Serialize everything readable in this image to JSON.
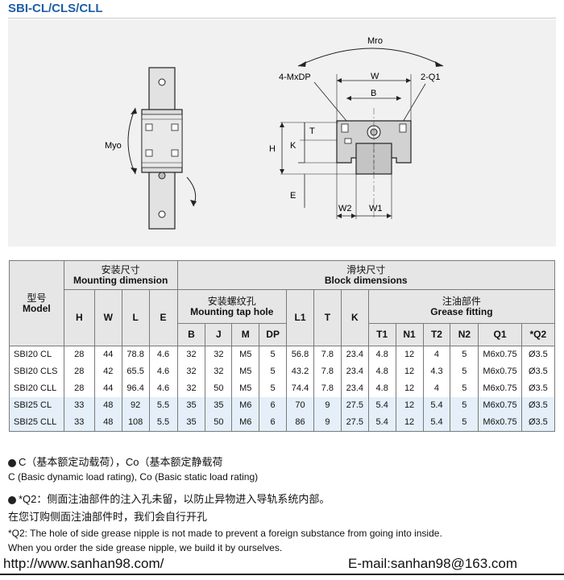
{
  "title": "SBI-CL/CLS/CLL",
  "drawing": {
    "labels": {
      "myo": "Myo",
      "mro": "Mro",
      "mxdp": "4-MxDP",
      "w": "W",
      "q1": "2-Q1",
      "b": "B",
      "t": "T",
      "h": "H",
      "k": "K",
      "e": "E",
      "w2": "W2",
      "w1": "W1"
    }
  },
  "table": {
    "model_cn": "型号",
    "model_en": "Model",
    "mounting_cn": "安装尺寸",
    "mounting_en": "Mounting dimension",
    "block_cn": "滑块尺寸",
    "block_en": "Block dimensions",
    "tap_cn": "安装螺纹孔",
    "tap_en": "Mounting tap hole",
    "grease_cn": "注油部件",
    "grease_en": "Grease fitting",
    "cols": {
      "H": "H",
      "W": "W",
      "L": "L",
      "E": "E",
      "B": "B",
      "J": "J",
      "M": "M",
      "DP": "DP",
      "L1": "L1",
      "T": "T",
      "K": "K",
      "T1": "T1",
      "N1": "N1",
      "T2": "T2",
      "N2": "N2",
      "Q1": "Q1",
      "Q2": "*Q2"
    },
    "rows": [
      {
        "model": "SBI20 CL",
        "H": "28",
        "W": "44",
        "L": "78.8",
        "E": "4.6",
        "B": "32",
        "J": "32",
        "M": "M5",
        "DP": "5",
        "L1": "56.8",
        "T": "7.8",
        "K": "23.4",
        "T1": "4.8",
        "N1": "12",
        "T2": "4",
        "N2": "5",
        "Q1": "M6x0.75",
        "Q2": "Ø3.5"
      },
      {
        "model": "SBI20 CLS",
        "H": "28",
        "W": "42",
        "L": "65.5",
        "E": "4.6",
        "B": "32",
        "J": "32",
        "M": "M5",
        "DP": "5",
        "L1": "43.2",
        "T": "7.8",
        "K": "23.4",
        "T1": "4.8",
        "N1": "12",
        "T2": "4.3",
        "N2": "5",
        "Q1": "M6x0.75",
        "Q2": "Ø3.5"
      },
      {
        "model": "SBI20 CLL",
        "H": "28",
        "W": "44",
        "L": "96.4",
        "E": "4.6",
        "B": "32",
        "J": "50",
        "M": "M5",
        "DP": "5",
        "L1": "74.4",
        "T": "7.8",
        "K": "23.4",
        "T1": "4.8",
        "N1": "12",
        "T2": "4",
        "N2": "5",
        "Q1": "M6x0.75",
        "Q2": "Ø3.5"
      },
      {
        "model": "SBI25 CL",
        "H": "33",
        "W": "48",
        "L": "92",
        "E": "5.5",
        "B": "35",
        "J": "35",
        "M": "M6",
        "DP": "6",
        "L1": "70",
        "T": "9",
        "K": "27.5",
        "T1": "5.4",
        "N1": "12",
        "T2": "5.4",
        "N2": "5",
        "Q1": "M6x0.75",
        "Q2": "Ø3.5"
      },
      {
        "model": "SBI25 CLL",
        "H": "33",
        "W": "48",
        "L": "108",
        "E": "5.5",
        "B": "35",
        "J": "50",
        "M": "M6",
        "DP": "6",
        "L1": "86",
        "T": "9",
        "K": "27.5",
        "T1": "5.4",
        "N1": "12",
        "T2": "5.4",
        "N2": "5",
        "Q1": "M6x0.75",
        "Q2": "Ø3.5"
      }
    ]
  },
  "notes": {
    "note1_cn": "C（基本额定动载荷），Co（基本额定静载荷",
    "note1_en": "C (Basic dynamic load rating), Co (Basic static load rating)",
    "note2_cn": "*Q2：侧面注油部件的注入孔未留，以防止异物进入导轨系统内部。",
    "note2_cn_2": "在您订购侧面注油部件时，我们会自行开孔",
    "note2_en": "*Q2: The hole of side grease nipple is not made to prevent a foreign substance from going into inside.",
    "note2_en_2": "When you order the side grease nipple, we build it by ourselves."
  },
  "footer": {
    "url": "http://www.sanhan98.com/",
    "email": "E-mail:sanhan98@163.com"
  }
}
